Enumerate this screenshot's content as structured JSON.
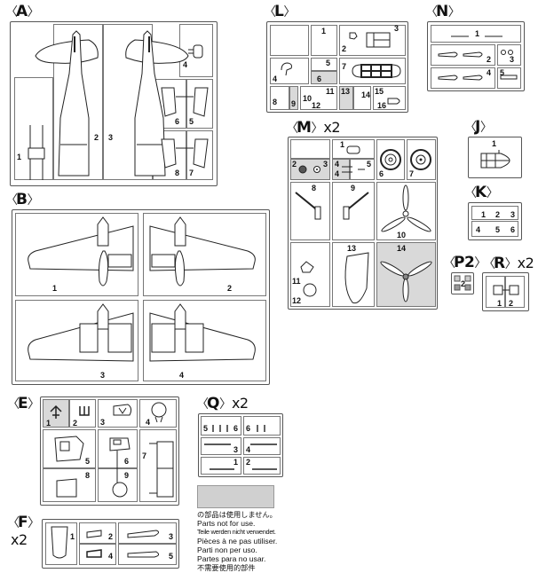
{
  "sprues": {
    "A": {
      "label": "A",
      "multiplier": "",
      "parts": [
        "1",
        "2",
        "3",
        "4",
        "5",
        "6",
        "7",
        "8"
      ]
    },
    "L": {
      "label": "L",
      "multiplier": "",
      "parts": [
        "1",
        "2",
        "3",
        "4",
        "5",
        "6",
        "7",
        "8",
        "9",
        "10",
        "11",
        "12",
        "13",
        "14",
        "15",
        "16"
      ]
    },
    "N": {
      "label": "N",
      "multiplier": "",
      "parts": [
        "1",
        "2",
        "3",
        "4",
        "5"
      ]
    },
    "M": {
      "label": "M",
      "multiplier": "x2",
      "parts": [
        "1",
        "2",
        "3",
        "4",
        "4",
        "5",
        "6",
        "7",
        "8",
        "9",
        "10",
        "11",
        "12",
        "13",
        "14"
      ]
    },
    "J": {
      "label": "J",
      "multiplier": "",
      "parts": [
        "1"
      ]
    },
    "K": {
      "label": "K",
      "multiplier": "",
      "parts": [
        "1",
        "2",
        "3",
        "4",
        "5",
        "6"
      ]
    },
    "P2": {
      "label": "P2",
      "multiplier": "",
      "parts": [
        "2"
      ]
    },
    "R": {
      "label": "R",
      "multiplier": "x2",
      "parts": [
        "1",
        "2"
      ]
    },
    "B": {
      "label": "B",
      "multiplier": "",
      "parts": [
        "1",
        "2",
        "3",
        "4"
      ]
    },
    "E": {
      "label": "E",
      "multiplier": "",
      "parts": [
        "1",
        "2",
        "3",
        "4",
        "5",
        "6",
        "7",
        "8",
        "9"
      ]
    },
    "Q": {
      "label": "Q",
      "multiplier": "x2",
      "parts": [
        "5",
        "6",
        "6",
        "3",
        "4",
        "1",
        "2"
      ]
    },
    "F": {
      "label": "F",
      "multiplier": "x2",
      "parts": [
        "1",
        "2",
        "3",
        "4",
        "5"
      ]
    }
  },
  "brackets": {
    "open": "〈",
    "close": "〉"
  },
  "legend": {
    "swatch_color": "#d0d0d0",
    "lines": [
      "の部品は使用しません。",
      "Parts not for use.",
      "Teile werden nicht verwendet.",
      "Pièces à ne pas utiliser.",
      "Parti non per uso.",
      "Partes para no usar.",
      "不需要使用的部件"
    ]
  },
  "colors": {
    "unused_parts": "#d9d9d9",
    "frame": "#555555"
  }
}
